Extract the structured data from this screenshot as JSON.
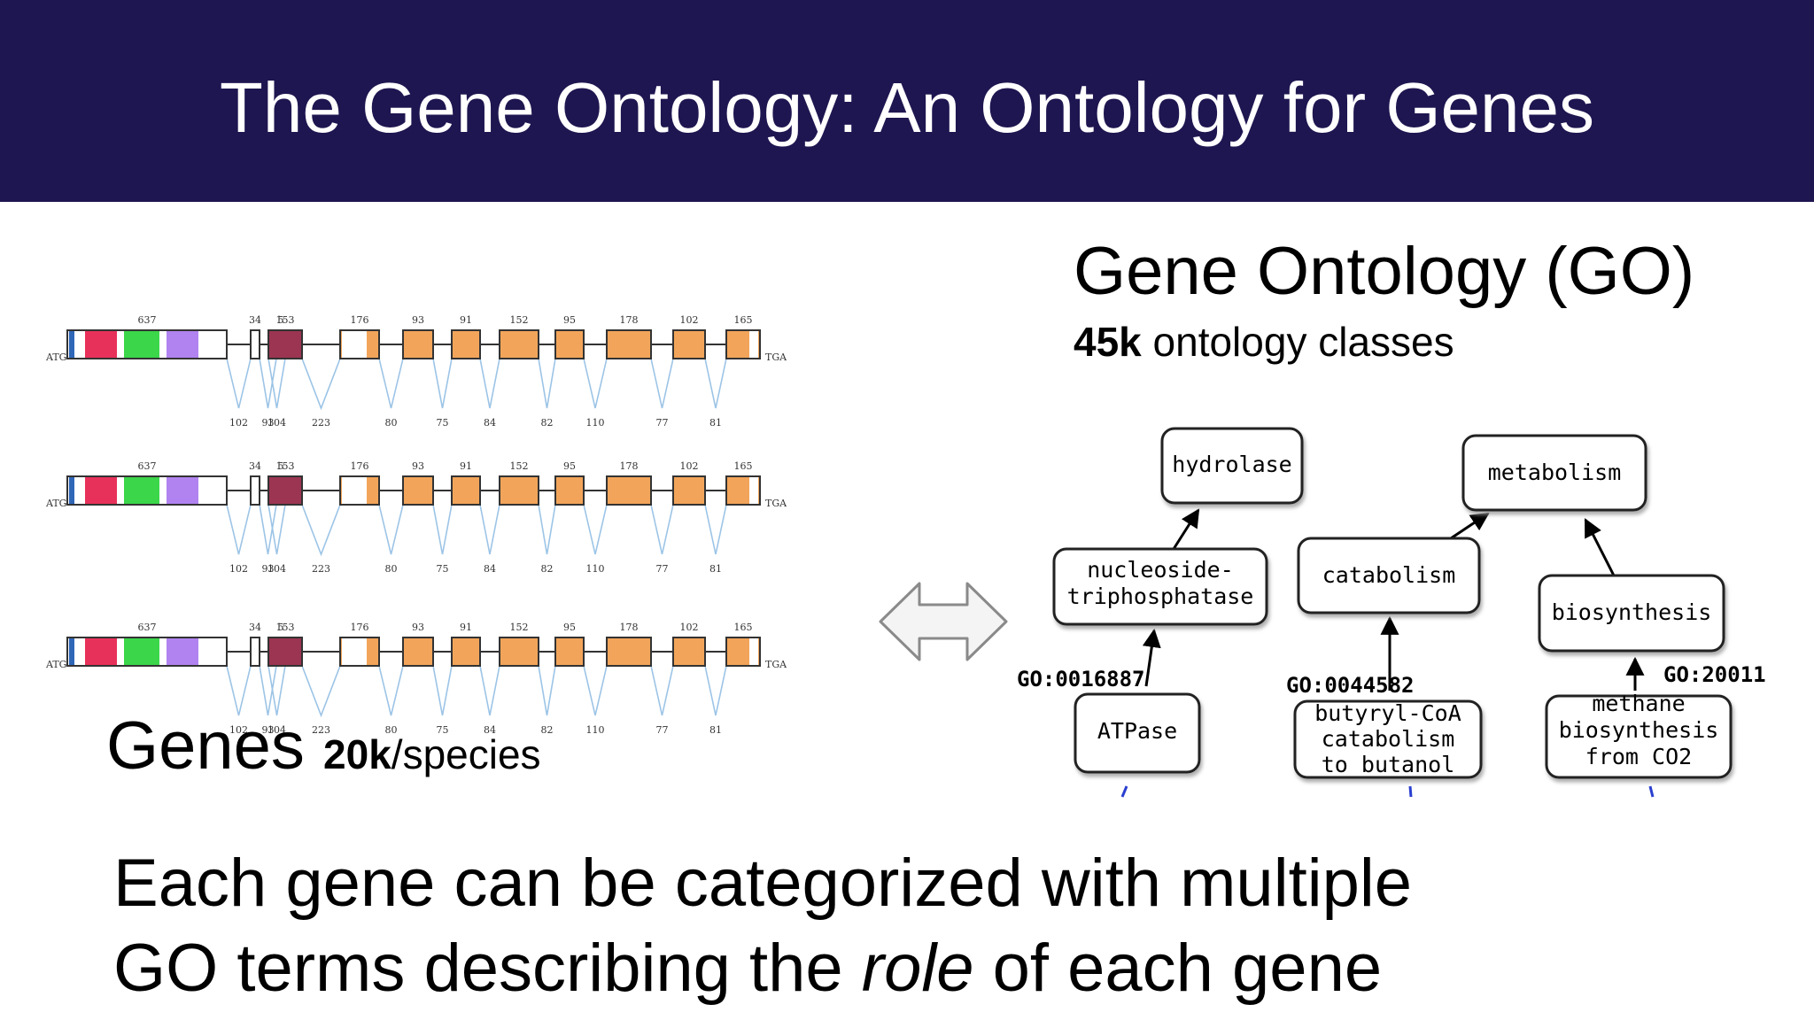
{
  "slide": {
    "title": "The Gene Ontology: An Ontology for Genes"
  },
  "go_panel": {
    "heading": "Gene Ontology (GO)",
    "count": "45k",
    "count_label": "ontology classes"
  },
  "genes_panel": {
    "label": "Genes",
    "count": "20k",
    "count_label": "/species",
    "start_label": "ATG",
    "stop_label": "TGA",
    "exon_lengths": [
      "637",
      "34",
      "5",
      "153",
      "176",
      "93",
      "91",
      "152",
      "95",
      "178",
      "102",
      "165"
    ],
    "intron_lengths": [
      "102",
      "93",
      "104",
      "223",
      "80",
      "75",
      "84",
      "82",
      "110",
      "77",
      "81"
    ],
    "rows": 3
  },
  "graph": {
    "nodes": [
      {
        "id": "hydrolase",
        "label": [
          "hydrolase"
        ]
      },
      {
        "id": "metabolism",
        "label": [
          "metabolism"
        ]
      },
      {
        "id": "nucleoside",
        "label": [
          "nucleoside-",
          "triphosphatase"
        ]
      },
      {
        "id": "catabolism",
        "label": [
          "catabolism"
        ]
      },
      {
        "id": "biosynthesis",
        "label": [
          "biosynthesis"
        ]
      },
      {
        "id": "atpase",
        "label": [
          "ATPase"
        ]
      },
      {
        "id": "butyryl",
        "label": [
          "butyryl-CoA",
          "catabolism",
          "to butanol"
        ]
      },
      {
        "id": "methane",
        "label": [
          "methane",
          "biosynthesis",
          "from CO2"
        ]
      }
    ],
    "go_ids": [
      "GO:0016887",
      "GO:0044582",
      "GO:20011"
    ]
  },
  "statement": {
    "line1": "Each gene can be categorized with multiple",
    "line2_before": "GO terms describing the ",
    "line2_em": "role",
    "line2_after": " of each gene"
  },
  "colors": {
    "header_bg": "#1e1650",
    "exon_orange": "#f2a55a",
    "exon_red": "#e8315a",
    "exon_green": "#3bd64a",
    "exon_purple": "#b083f0",
    "exon_maroon": "#9b3552",
    "exon_blue": "#2f66b8",
    "intron_line": "#9cc4e6"
  }
}
